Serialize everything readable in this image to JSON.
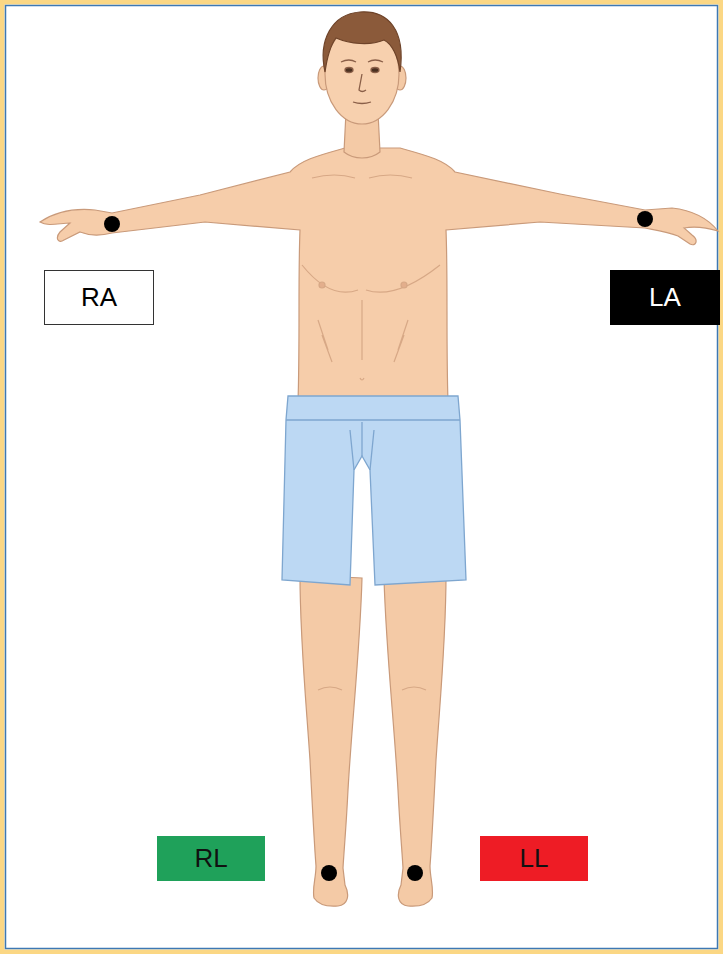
{
  "diagram": {
    "nodes": [
      {
        "text": [
          "RA"
        ]
      },
      {
        "text": [
          "LA"
        ]
      },
      {
        "text": [
          "RL"
        ]
      },
      {
        "text": [
          "LL"
        ]
      }
    ]
  }
}
